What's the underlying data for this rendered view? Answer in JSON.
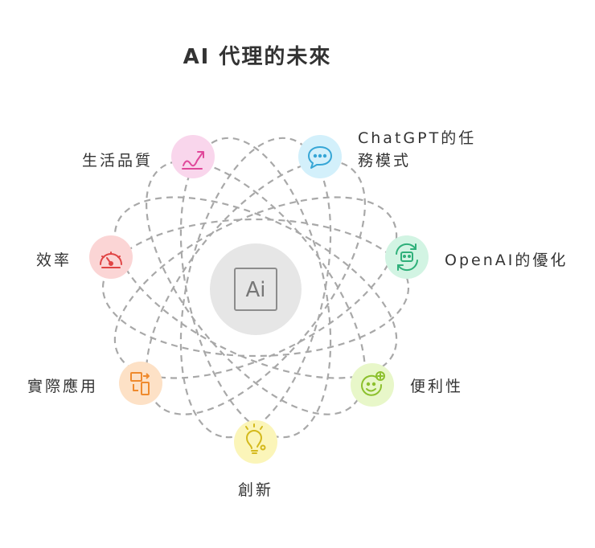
{
  "title": "AI 代理的未來",
  "center": {
    "text": "Ai"
  },
  "nodes": [
    {
      "id": "quality",
      "label": "生活品質",
      "icon": "trend-up-icon",
      "fill": "#f9d6ec",
      "stroke": "#e0489a"
    },
    {
      "id": "chatgpt",
      "label": "ChatGPT的任務模式",
      "label_line1": "ChatGPT的任",
      "label_line2": "務模式",
      "icon": "chat-bubble-icon",
      "fill": "#d3f0fb",
      "stroke": "#36a6d6"
    },
    {
      "id": "openai",
      "label": "OpenAI的優化",
      "icon": "robot-refresh-icon",
      "fill": "#d2f4e3",
      "stroke": "#2fb07a"
    },
    {
      "id": "convenience",
      "label": "便利性",
      "icon": "smiley-plus-icon",
      "fill": "#e8f7c9",
      "stroke": "#8cc02d"
    },
    {
      "id": "innovation",
      "label": "創新",
      "icon": "lightbulb-icon",
      "fill": "#fbf5b9",
      "stroke": "#d4b91c"
    },
    {
      "id": "application",
      "label": "實際應用",
      "icon": "devices-sync-icon",
      "fill": "#fde1c6",
      "stroke": "#ef8a2d"
    },
    {
      "id": "efficiency",
      "label": "效率",
      "icon": "speedometer-icon",
      "fill": "#fbd5d5",
      "stroke": "#e04545"
    }
  ],
  "colors": {
    "orbit": "#a8a8a8",
    "center_fill": "#e6e6e6",
    "center_stroke": "#8c8c8c",
    "text": "#333333"
  }
}
